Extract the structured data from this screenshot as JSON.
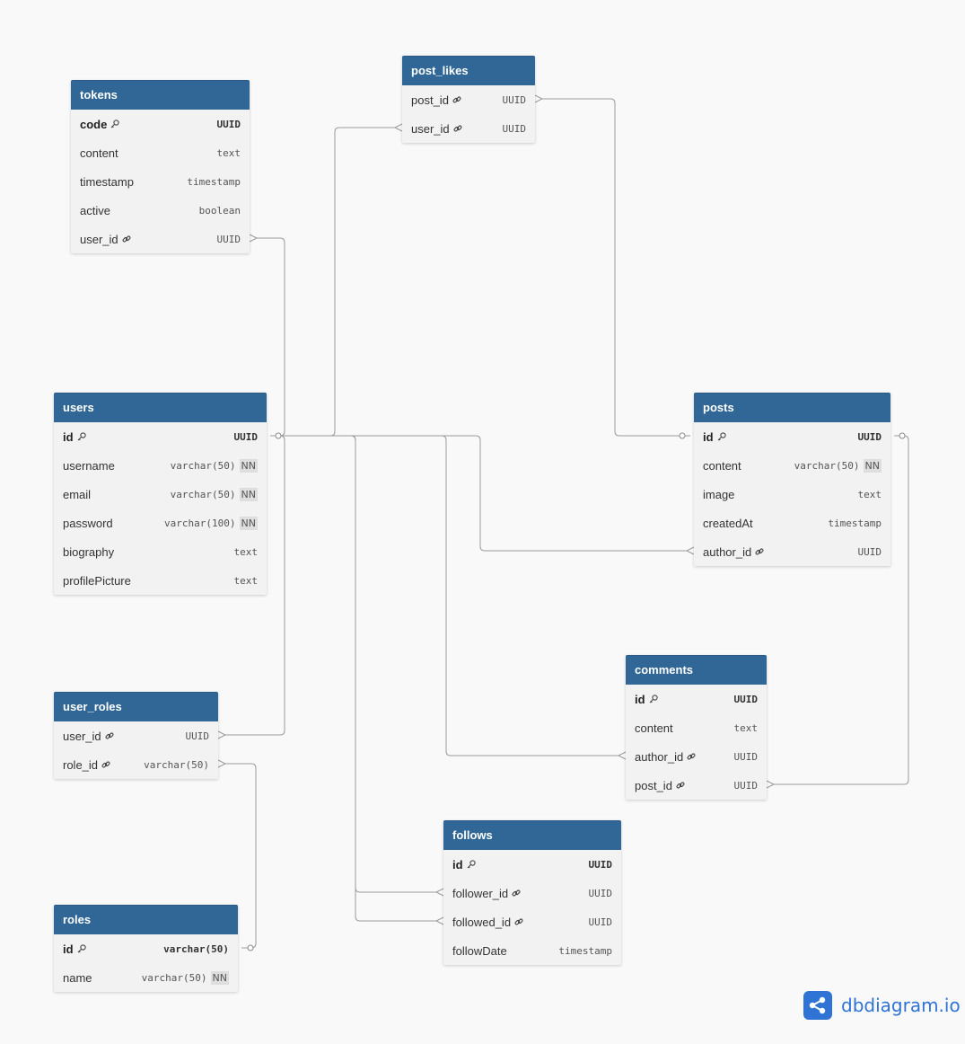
{
  "tables": {
    "tokens": {
      "title": "tokens",
      "fields": [
        {
          "name": "code",
          "type": "UUID",
          "key": "pk"
        },
        {
          "name": "content",
          "type": "text"
        },
        {
          "name": "timestamp",
          "type": "timestamp"
        },
        {
          "name": "active",
          "type": "boolean"
        },
        {
          "name": "user_id",
          "type": "UUID",
          "key": "fk"
        }
      ]
    },
    "post_likes": {
      "title": "post_likes",
      "fields": [
        {
          "name": "post_id",
          "type": "UUID",
          "key": "fk"
        },
        {
          "name": "user_id",
          "type": "UUID",
          "key": "fk"
        }
      ]
    },
    "users": {
      "title": "users",
      "fields": [
        {
          "name": "id",
          "type": "UUID",
          "key": "pk"
        },
        {
          "name": "username",
          "type": "varchar(50)",
          "nn": "NN"
        },
        {
          "name": "email",
          "type": "varchar(50)",
          "nn": "NN"
        },
        {
          "name": "password",
          "type": "varchar(100)",
          "nn": "NN"
        },
        {
          "name": "biography",
          "type": "text"
        },
        {
          "name": "profilePicture",
          "type": "text"
        }
      ]
    },
    "posts": {
      "title": "posts",
      "fields": [
        {
          "name": "id",
          "type": "UUID",
          "key": "pk"
        },
        {
          "name": "content",
          "type": "varchar(50)",
          "nn": "NN"
        },
        {
          "name": "image",
          "type": "text"
        },
        {
          "name": "createdAt",
          "type": "timestamp"
        },
        {
          "name": "author_id",
          "type": "UUID",
          "key": "fk"
        }
      ]
    },
    "comments": {
      "title": "comments",
      "fields": [
        {
          "name": "id",
          "type": "UUID",
          "key": "pk"
        },
        {
          "name": "content",
          "type": "text"
        },
        {
          "name": "author_id",
          "type": "UUID",
          "key": "fk"
        },
        {
          "name": "post_id",
          "type": "UUID",
          "key": "fk"
        }
      ]
    },
    "user_roles": {
      "title": "user_roles",
      "fields": [
        {
          "name": "user_id",
          "type": "UUID",
          "key": "fk"
        },
        {
          "name": "role_id",
          "type": "varchar(50)",
          "key": "fk"
        }
      ]
    },
    "follows": {
      "title": "follows",
      "fields": [
        {
          "name": "id",
          "type": "UUID",
          "key": "pk"
        },
        {
          "name": "follower_id",
          "type": "UUID",
          "key": "fk"
        },
        {
          "name": "followed_id",
          "type": "UUID",
          "key": "fk"
        },
        {
          "name": "followDate",
          "type": "timestamp"
        }
      ]
    },
    "roles": {
      "title": "roles",
      "fields": [
        {
          "name": "id",
          "type": "varchar(50)",
          "key": "pk"
        },
        {
          "name": "name",
          "type": "varchar(50)",
          "nn": "NN"
        }
      ]
    }
  },
  "relationships": [
    {
      "from": "tokens.user_id",
      "to": "users.id",
      "cardinality": "many-to-one"
    },
    {
      "from": "post_likes.user_id",
      "to": "users.id",
      "cardinality": "many-to-one"
    },
    {
      "from": "post_likes.post_id",
      "to": "posts.id",
      "cardinality": "many-to-one"
    },
    {
      "from": "posts.author_id",
      "to": "users.id",
      "cardinality": "many-to-one"
    },
    {
      "from": "comments.author_id",
      "to": "users.id",
      "cardinality": "many-to-one"
    },
    {
      "from": "comments.post_id",
      "to": "posts.id",
      "cardinality": "many-to-one"
    },
    {
      "from": "user_roles.user_id",
      "to": "users.id",
      "cardinality": "many-to-one"
    },
    {
      "from": "user_roles.role_id",
      "to": "roles.id",
      "cardinality": "many-to-one"
    },
    {
      "from": "follows.follower_id",
      "to": "users.id",
      "cardinality": "many-to-one"
    },
    {
      "from": "follows.followed_id",
      "to": "users.id",
      "cardinality": "many-to-one"
    }
  ],
  "colors": {
    "header": "#306796",
    "body": "#f2f2f2",
    "connector": "#9a9a9a",
    "brand": "#2f74d5"
  },
  "icons": {
    "primary_key": "key-icon",
    "foreign_key": "link-icon",
    "brand": "dbdiagram-logo-icon"
  },
  "brand": {
    "label": "dbdiagram.io"
  }
}
